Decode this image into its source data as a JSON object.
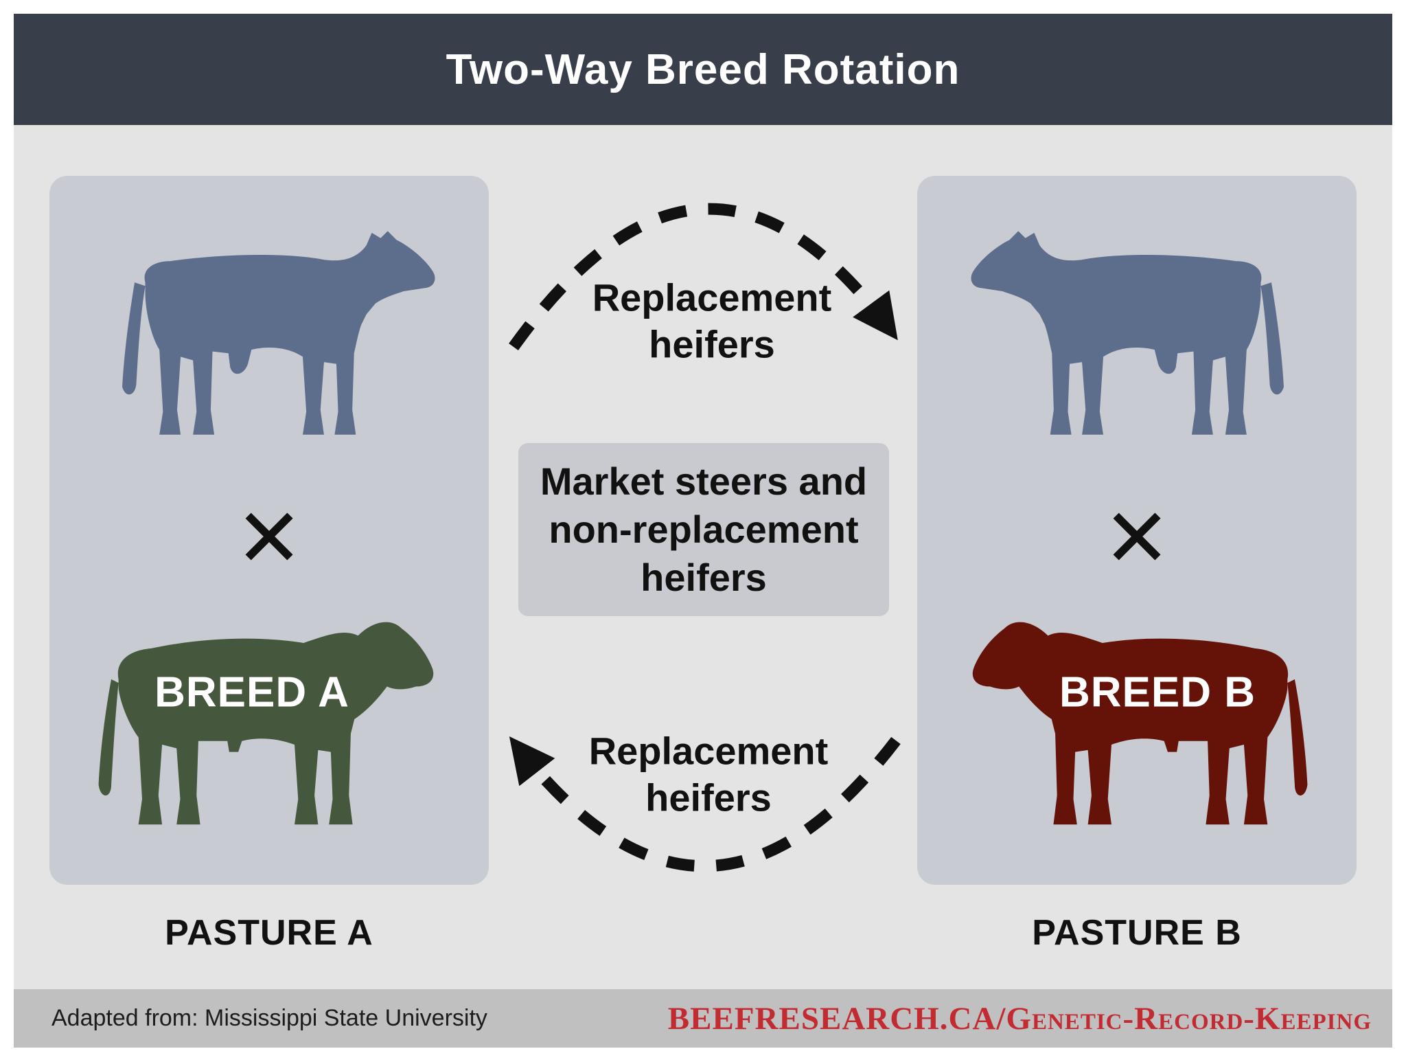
{
  "header": {
    "title": "Two-Way Breed Rotation"
  },
  "diagram": {
    "pastures": [
      {
        "id": "A",
        "breed_label": "BREED A",
        "pasture_label": "PASTURE A",
        "cow_color": "#5d6e8d",
        "bull_color": "#45573c",
        "cross_symbol": "✕"
      },
      {
        "id": "B",
        "breed_label": "BREED B",
        "pasture_label": "PASTURE B",
        "cow_color": "#5d6e8d",
        "bull_color": "#651309",
        "cross_symbol": "✕"
      }
    ],
    "top_flow_label": "Replacement heifers",
    "bottom_flow_label": "Replacement heifers",
    "center_box_label": "Market steers and non-replacement heifers"
  },
  "footer": {
    "credit": "Adapted from: Mississippi State University",
    "url": "BEEFRESEARCH.CA/Genetic-Record-Keeping"
  },
  "colors": {
    "header_bg": "#383f4a",
    "body_bg": "#e4e4e4",
    "panel_bg": "#c9cbd2",
    "center_box_bg": "#c8cad0",
    "footer_bg": "#c0c0c1",
    "url_red": "#c22b31",
    "arrow_black": "#111111"
  }
}
